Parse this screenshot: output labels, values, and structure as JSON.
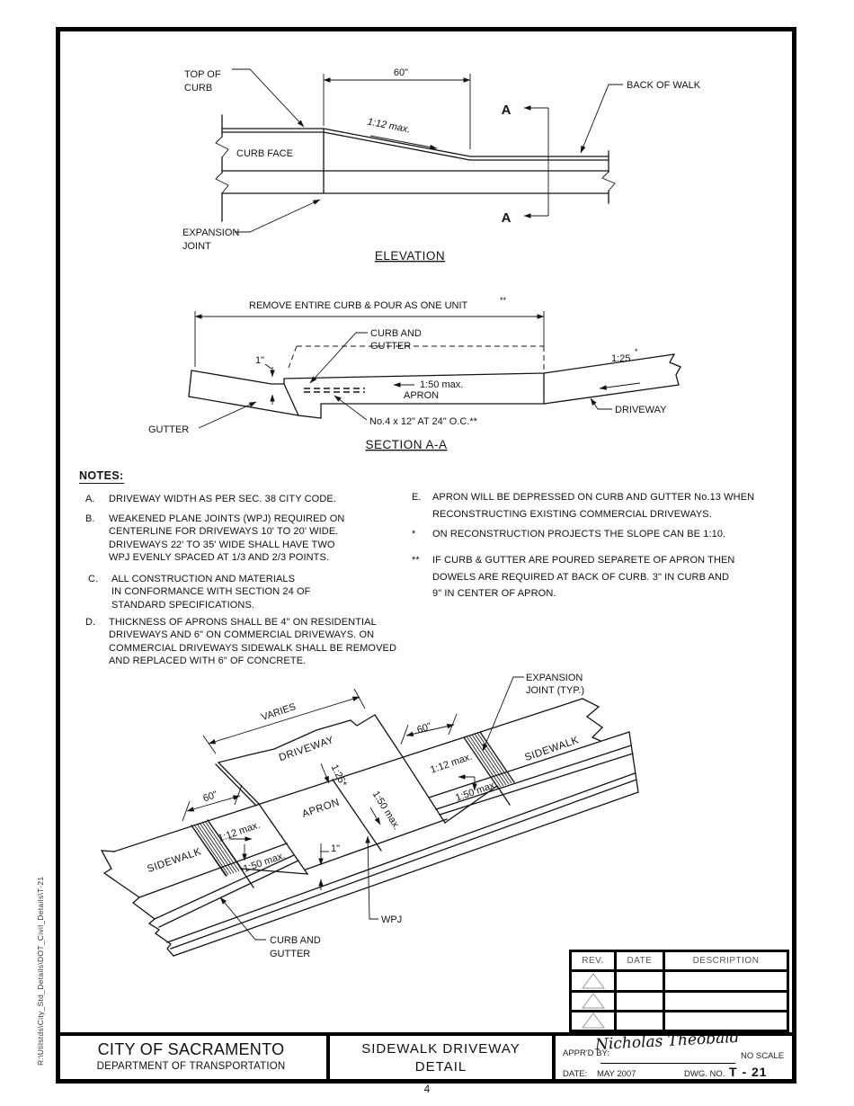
{
  "page": {
    "number": "4",
    "side_path": "R:\\Utilstds\\City_Std_Details\\DOT_Civil_Details\\T-21"
  },
  "elev": {
    "title": "ELEVATION",
    "top_of_curb_1": "TOP OF",
    "top_of_curb_2": "CURB",
    "curb_face": "CURB FACE",
    "dim_60": "60\"",
    "slope_112": "1:12 max.",
    "a_marker": "A",
    "back_of_walk": "BACK OF WALK",
    "exp_1": "EXPANSION",
    "exp_2": "JOINT"
  },
  "sect": {
    "title": "SECTION A-A",
    "remove_note": "REMOVE ENTIRE CURB & POUR AS ONE UNIT",
    "remove_stars": "**",
    "curb_gutter_1": "CURB AND",
    "curb_gutter_2": "GUTTER",
    "one_inch": "1\"",
    "slope_150": "1:50 max.",
    "slope_125": "1:25",
    "slope_125_star": "*",
    "apron": "APRON",
    "rebar": "No.4 x 12\" AT 24\" O.C.**",
    "driveway": "DRIVEWAY",
    "gutter": "GUTTER"
  },
  "notes": {
    "heading": "NOTES:",
    "a_label": "A.",
    "a_1": "DRIVEWAY WIDTH AS PER SEC. 38 CITY CODE.",
    "b_label": "B.",
    "b_1": "WEAKENED PLANE JOINTS (WPJ) REQUIRED ON",
    "b_2": "CENTERLINE FOR DRIVEWAYS 10' TO 20' WIDE.",
    "b_3": "DRIVEWAYS 22' TO 35' WIDE SHALL HAVE TWO",
    "b_4": "WPJ EVENLY SPACED AT 1/3 AND 2/3 POINTS.",
    "c_label": "C.",
    "c_1": "ALL CONSTRUCTION AND MATERIALS",
    "c_2": "IN CONFORMANCE WITH SECTION 24 OF",
    "c_3": "STANDARD SPECIFICATIONS.",
    "d_label": "D.",
    "d_1": "THICKNESS OF APRONS SHALL BE 4\" ON RESIDENTIAL",
    "d_2": "DRIVEWAYS AND 6\" ON COMMERCIAL DRIVEWAYS. ON",
    "d_3": "COMMERCIAL DRIVEWAYS SIDEWALK SHALL BE REMOVED",
    "d_4": "AND REPLACED WITH 6\" OF CONCRETE.",
    "e_label": "E.",
    "e_1": "APRON WILL BE DEPRESSED ON CURB AND GUTTER No.13 WHEN",
    "e_2": "RECONSTRUCTING EXISTING COMMERCIAL DRIVEWAYS.",
    "s1_label": "*",
    "s1_1": "ON RECONSTRUCTION PROJECTS THE SLOPE CAN BE 1:10.",
    "s2_label": "**",
    "s2_1": "IF CURB & GUTTER ARE POURED SEPARETE OF APRON THEN",
    "s2_2": "DOWELS ARE REQUIRED AT BACK OF CURB.  3\" IN CURB AND",
    "s2_3": "9\" IN CENTER OF APRON."
  },
  "iso": {
    "varies": "VARIES",
    "driveway": "DRIVEWAY",
    "slope_125": "1:25*",
    "apron": "APRON",
    "slope_150_mid": "1:50 max.",
    "one_inch": "1\"",
    "wpj": "WPJ",
    "curb_gutter_1": "CURB AND",
    "curb_gutter_2": "GUTTER",
    "exp_1": "EXPANSION",
    "exp_2": "JOINT (TYP.)",
    "sidewalk_left": "SIDEWALK",
    "sidewalk_right": "SIDEWALK",
    "dim_60_left": "60\"",
    "dim_60_right": "60\"",
    "slope_112_left": "1:12 max.",
    "slope_150_left": "1:50 max.",
    "slope_112_right": "1:12 max.",
    "slope_150_right": "1:50 max."
  },
  "rev_table": {
    "rev": "REV.",
    "date": "DATE",
    "description": "DESCRIPTION"
  },
  "title_block": {
    "agency": "CITY OF SACRAMENTO",
    "department": "DEPARTMENT OF TRANSPORTATION",
    "sheet_1": "SIDEWALK DRIVEWAY",
    "sheet_2": "DETAIL",
    "apprd": "APPR'D BY:",
    "signature": "Nicholas Theobald",
    "scale": "NO SCALE",
    "date_label": "DATE:",
    "date": "MAY 2007",
    "dwg_label": "DWG. NO.",
    "dwg_no": "T - 21"
  }
}
